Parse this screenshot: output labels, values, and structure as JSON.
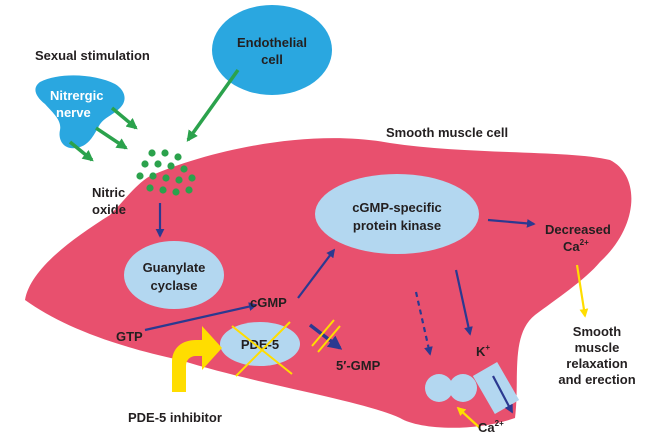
{
  "labels": {
    "sexual_stimulation": "Sexual stimulation",
    "endothelial_line1": "Endothelial",
    "endothelial_line2": "cell",
    "nitrergic_line1": "Nitrergic",
    "nitrergic_line2": "nerve",
    "nitric_line1": "Nitric",
    "nitric_line2": "oxide",
    "smooth_muscle_cell": "Smooth muscle cell",
    "guanylate_line1": "Guanylate",
    "guanylate_line2": "cyclase",
    "pkg_line1": "cGMP-specific",
    "pkg_line2": "protein kinase",
    "decreased_line1": "Decreased",
    "decreased_ca": "Ca",
    "decreased_ca_sup": "2+",
    "cgmp": "cGMP",
    "gtp": "GTP",
    "pde5": "PDE-5",
    "gmp5": "5′-GMP",
    "k_plus": "K",
    "k_plus_sup": "+",
    "ca_bottom": "Ca",
    "ca_bottom_sup": "2+",
    "relax_line1": "Smooth",
    "relax_line2": "muscle",
    "relax_line3": "relaxation",
    "relax_line4": "and erection",
    "pde5_inhibitor": "PDE-5 inhibitor"
  },
  "colors": {
    "cell_fill": "#e8506e",
    "node_fill": "#b3d7f0",
    "endothelial_fill": "#2aa7e0",
    "green": "#2ba24c",
    "navy": "#2b3990",
    "yellow": "#ffdd00"
  }
}
